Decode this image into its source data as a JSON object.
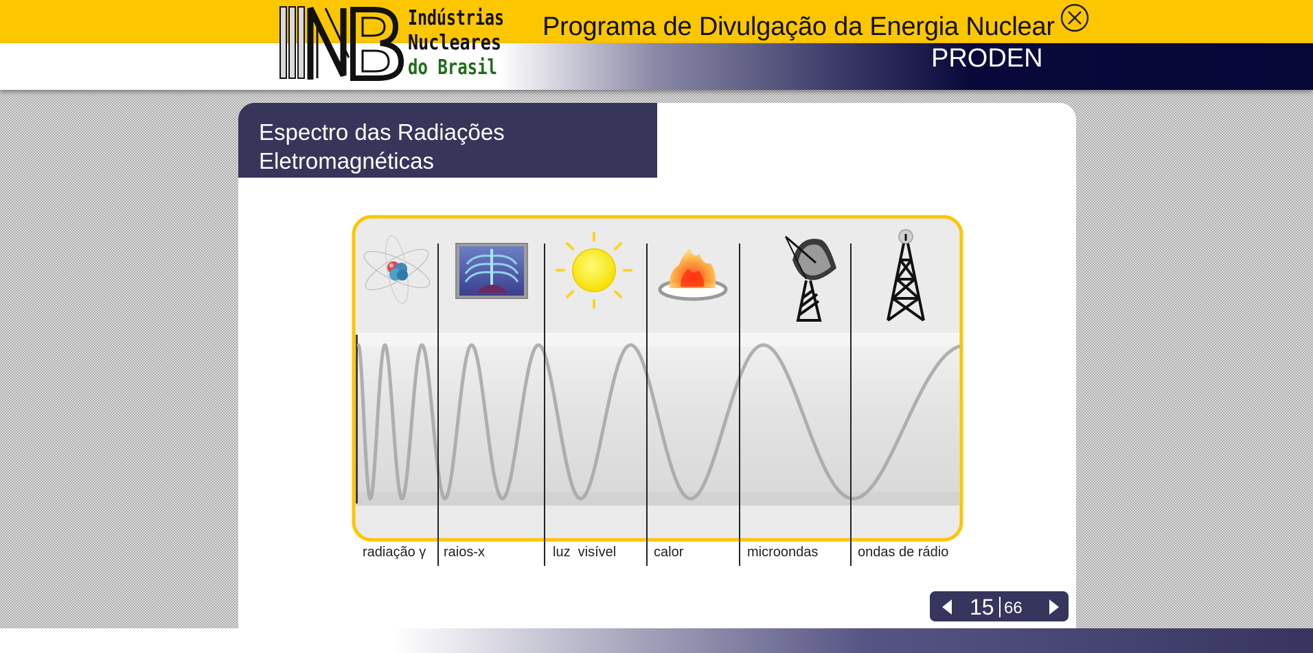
{
  "header": {
    "logo": {
      "mark": "INB",
      "lines": [
        "Indústrias",
        "Nucleares",
        "do Brasil"
      ]
    },
    "program_title": "Programa de Divulgação da Energia Nuclear",
    "program_acronym": "PRODEN",
    "close_icon": "circled-x-icon"
  },
  "slide": {
    "title_line1": "Espectro das Radiações",
    "title_line2": "Eletromagnéticas"
  },
  "spectrum": {
    "bands": [
      {
        "label": "radiação γ",
        "icon": "atom-icon"
      },
      {
        "label": "raios-x",
        "icon": "xray-chest-icon"
      },
      {
        "label": "luz  visível",
        "icon": "sun-icon"
      },
      {
        "label": "calor",
        "icon": "fire-icon"
      },
      {
        "label": "microondas",
        "icon": "satellite-dish-icon"
      },
      {
        "label": "ondas de rádio",
        "icon": "radio-tower-icon"
      }
    ]
  },
  "pager": {
    "current": "15",
    "total": "66",
    "prev_icon": "triangle-left-icon",
    "next_icon": "triangle-right-icon"
  },
  "colors": {
    "header_yellow": "#fcc600",
    "navy": "#37355a",
    "frame_yellow": "#fcc600"
  }
}
